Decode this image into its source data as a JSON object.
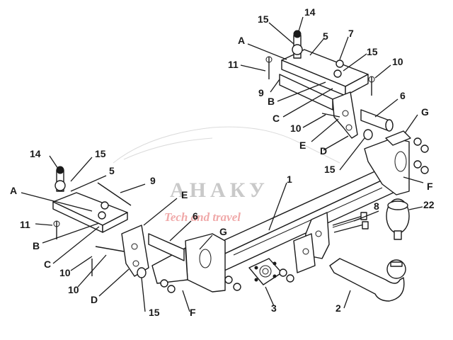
{
  "watermark": {
    "brand": "АНАКУ",
    "tagline": "Tech and travel"
  },
  "labels": {
    "top_14": "14",
    "top_15": "15",
    "top_A": "A",
    "top_5": "5",
    "top_7": "7",
    "top_15b": "15",
    "top_11": "11",
    "top_10": "10",
    "top_9": "9",
    "top_B": "B",
    "top_C": "C",
    "top_10b": "10",
    "top_6": "6",
    "top_E": "E",
    "top_D": "D",
    "top_G": "G",
    "mid_15": "15",
    "mid_F": "F",
    "mid_1": "1",
    "left_14": "14",
    "left_15": "15",
    "left_5": "5",
    "left_9": "9",
    "left_A": "A",
    "left_E": "E",
    "left_11": "11",
    "left_6": "6",
    "left_G": "G",
    "left_B": "B",
    "left_C": "C",
    "left_10": "10",
    "left_10b": "10",
    "left_D": "D",
    "left_15b": "15",
    "left_F": "F",
    "lbl_8": "8",
    "lbl_22": "22",
    "lbl_3": "3",
    "lbl_2": "2"
  }
}
